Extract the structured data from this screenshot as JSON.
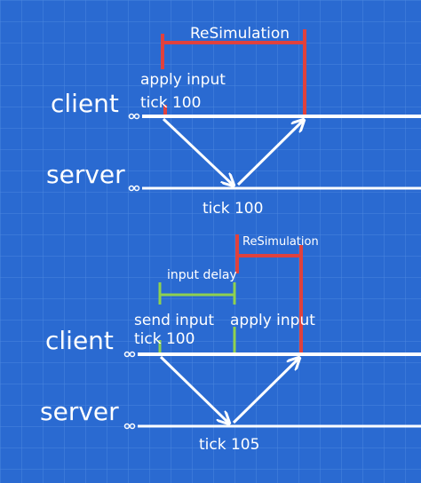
{
  "colors": {
    "background": "#2a6ad1",
    "grid": "#4b86de",
    "timeline": "#ffffff",
    "resimulation": "#e0413d",
    "input_delay": "#8fd14f"
  },
  "top": {
    "resimulation": "ReSimulation",
    "apply_input": "apply input",
    "tick": "tick 100",
    "client": "client",
    "server": "server",
    "server_tick": "tick 100"
  },
  "bottom": {
    "resimulation": "ReSimulation",
    "input_delay": "input delay",
    "send_input": "send input",
    "send_tick": "tick 100",
    "apply_input": "apply input",
    "client": "client",
    "server": "server",
    "server_tick": "tick 105"
  }
}
